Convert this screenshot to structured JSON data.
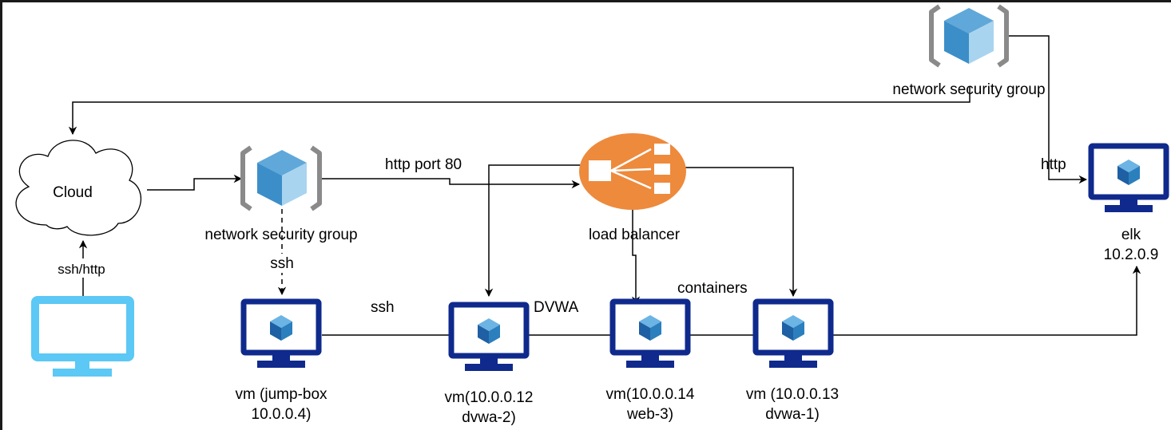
{
  "colors": {
    "vm_icon": "#0f2a8c",
    "vm_cube": "#2b7fbd",
    "workstation": "#5bc8f5",
    "nsg_bracket": "#8a8a8a",
    "nsg_cube_light": "#a9d4ef",
    "nsg_cube_dark": "#3c8ec9",
    "load_balancer": "#ee8a3c",
    "edge": "#000000"
  },
  "nodes": {
    "cloud": {
      "label": "Cloud",
      "icon": "cloud-icon"
    },
    "workstation": {
      "icon": "desktop-monitor-icon"
    },
    "nsg_main": {
      "label": "network security group",
      "icon": "azure-nsg-icon"
    },
    "nsg_top": {
      "label": "network security group",
      "icon": "azure-nsg-icon"
    },
    "load_balancer": {
      "label": "load balancer",
      "icon": "azure-load-balancer-icon"
    },
    "jump_box": {
      "label_line1": "vm (jump-box",
      "label_line2": "10.0.0.4)",
      "icon": "azure-vm-icon"
    },
    "dvwa2": {
      "label_line1": "vm(10.0.0.12",
      "label_line2": "dvwa-2)",
      "icon": "azure-vm-icon"
    },
    "web3": {
      "label_line1": "vm(10.0.0.14",
      "label_line2": "web-3)",
      "icon": "azure-vm-icon"
    },
    "dvwa1": {
      "label_line1": "vm (10.0.0.13",
      "label_line2": "dvwa-1)",
      "icon": "azure-vm-icon"
    },
    "elk": {
      "label_line1": "elk",
      "label_line2": "10.2.0.9",
      "icon": "azure-vm-icon"
    }
  },
  "edge_labels": {
    "ssh_http": "ssh/http",
    "ssh_nsg": "ssh",
    "ssh_bus": "ssh",
    "http_port_80": "http port 80",
    "http_elk": "http",
    "dvwa": "DVWA",
    "containers": "containers"
  }
}
